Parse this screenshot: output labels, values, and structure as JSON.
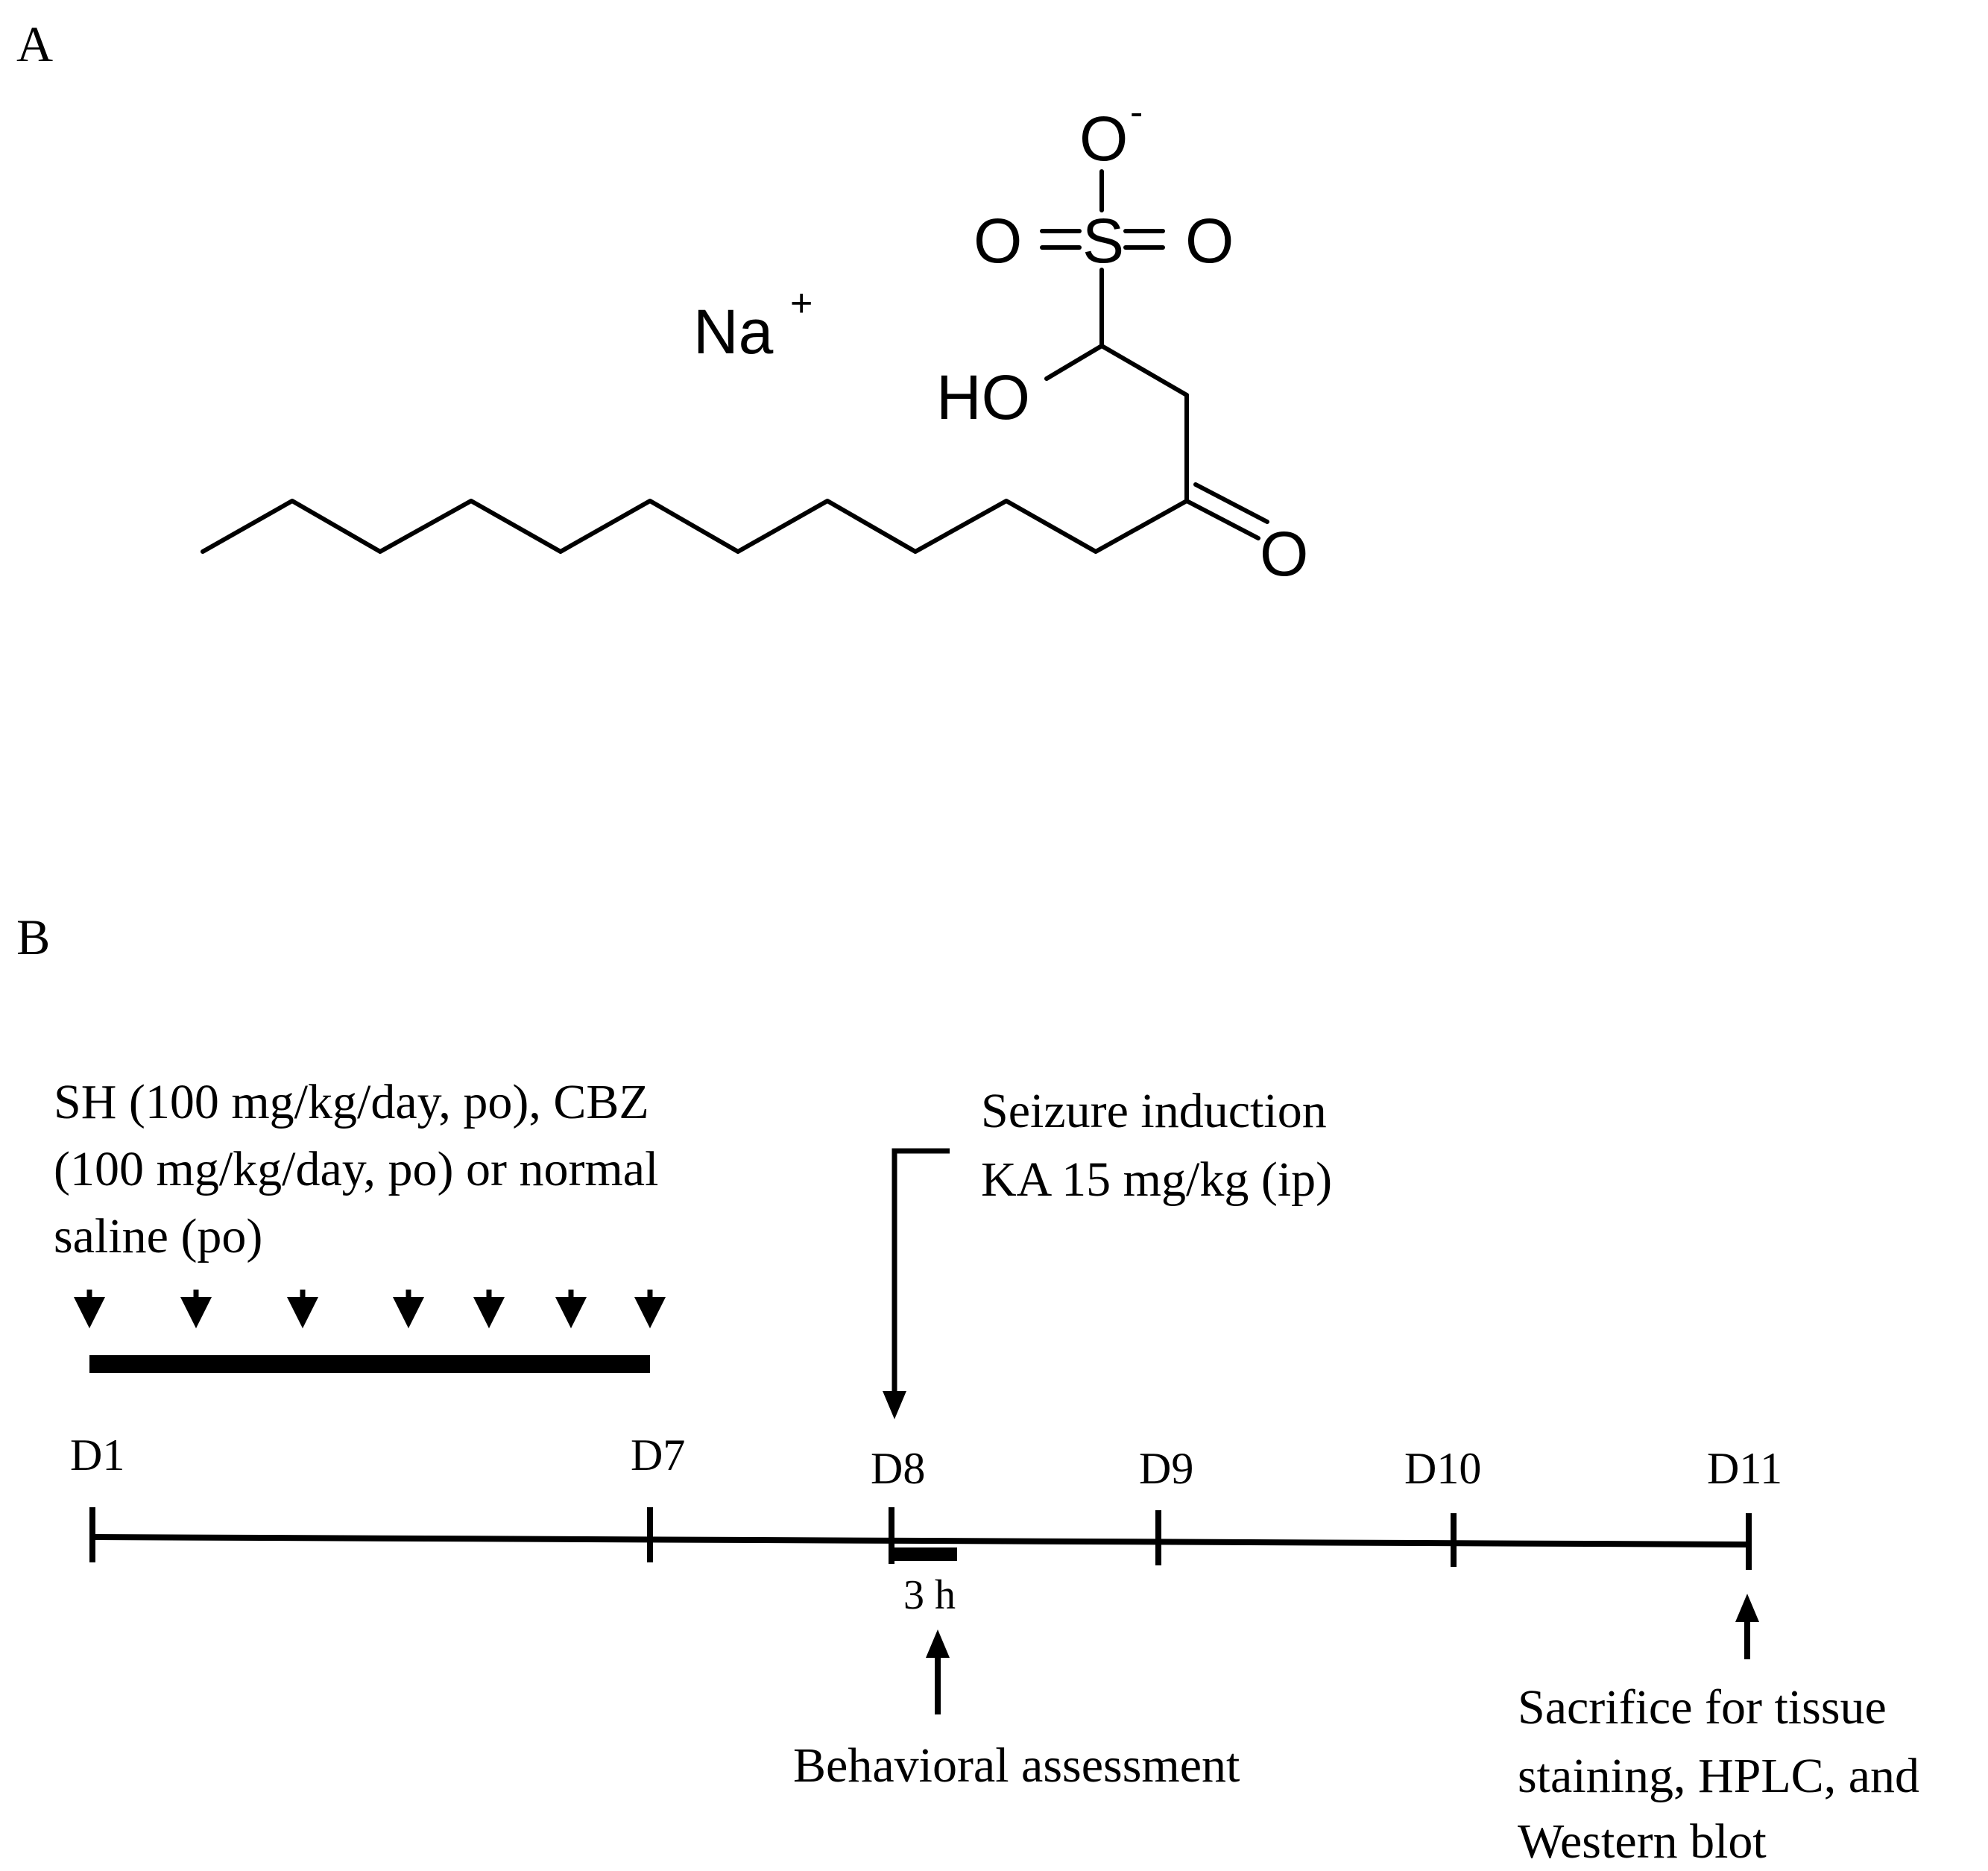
{
  "panels": {
    "a_label": "A",
    "b_label": "B"
  },
  "structure": {
    "counter_ion": "Na",
    "counter_ion_charge": "+",
    "oxide": "O",
    "oxide_charge": "-",
    "sulfur": "S",
    "oxo_left": "O",
    "oxo_right": "O",
    "hydroxyl": "HO",
    "ketone_oxygen": "O"
  },
  "timeline": {
    "treatment_text": [
      "SH (100 mg/kg/day, po), CBZ",
      "(100 mg/kg/day, po) or normal",
      "saline (po)"
    ],
    "seizure_text": [
      "Seizure induction",
      "KA 15 mg/kg (ip)"
    ],
    "days": [
      "D1",
      "D7",
      "D8",
      "D9",
      "D10",
      "D11"
    ],
    "duration_label": "3 h",
    "behavior_text": "Behavioral assessment",
    "sacrifice_text": [
      "Sacrifice for tissue",
      "staining, HPLC, and",
      "Western blot"
    ]
  }
}
